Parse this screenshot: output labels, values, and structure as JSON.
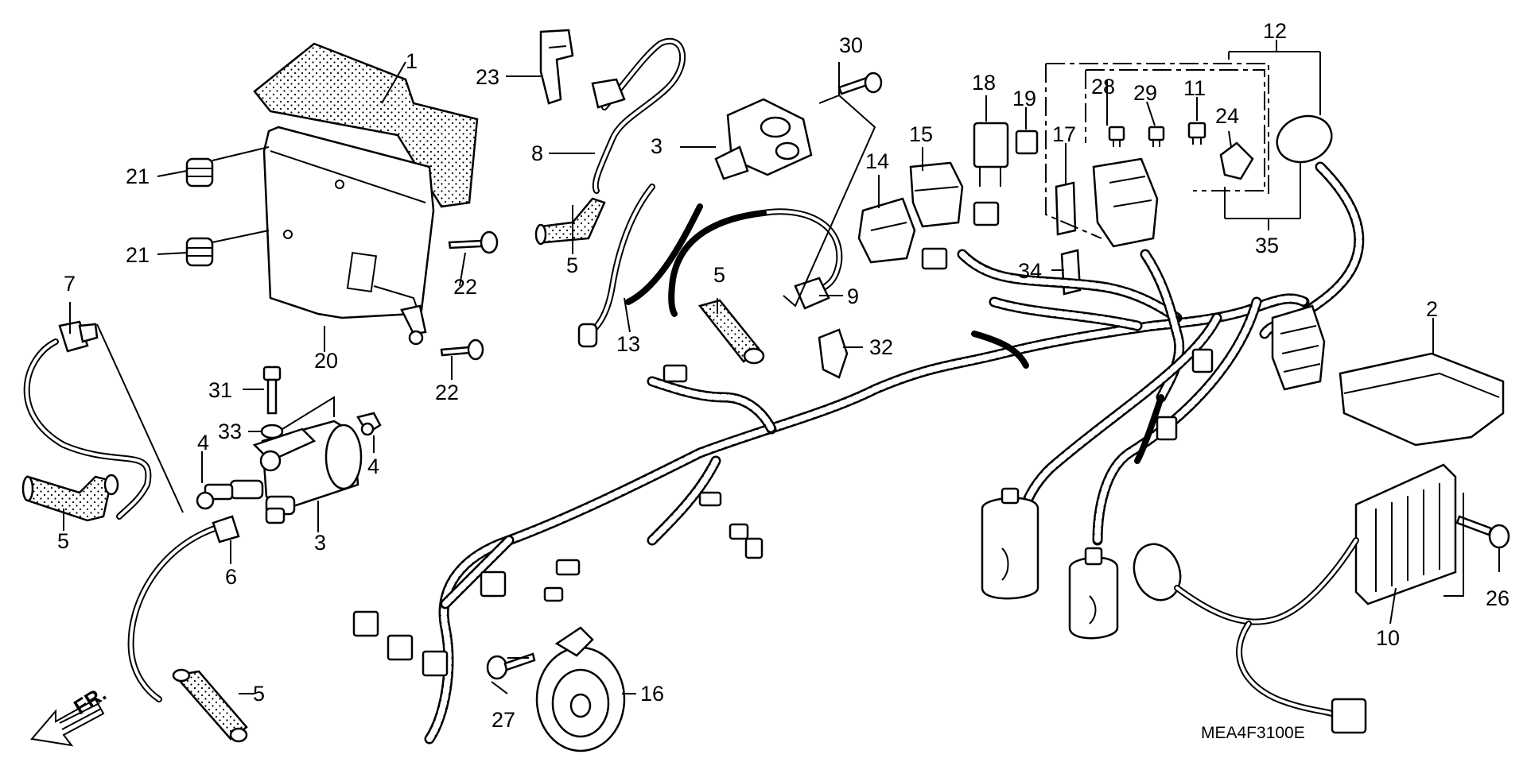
{
  "diagram": {
    "code": "MEA4F3100E",
    "direction_label": "FR.",
    "callouts": [
      "1",
      "2",
      "3",
      "3",
      "4",
      "4",
      "5",
      "5",
      "5",
      "5",
      "6",
      "7",
      "8",
      "9",
      "10",
      "11",
      "12",
      "13",
      "14",
      "15",
      "16",
      "17",
      "18",
      "19",
      "20",
      "21",
      "21",
      "22",
      "22",
      "23",
      "24",
      "26",
      "27",
      "28",
      "29",
      "30",
      "31",
      "32",
      "33",
      "34",
      "35"
    ]
  }
}
